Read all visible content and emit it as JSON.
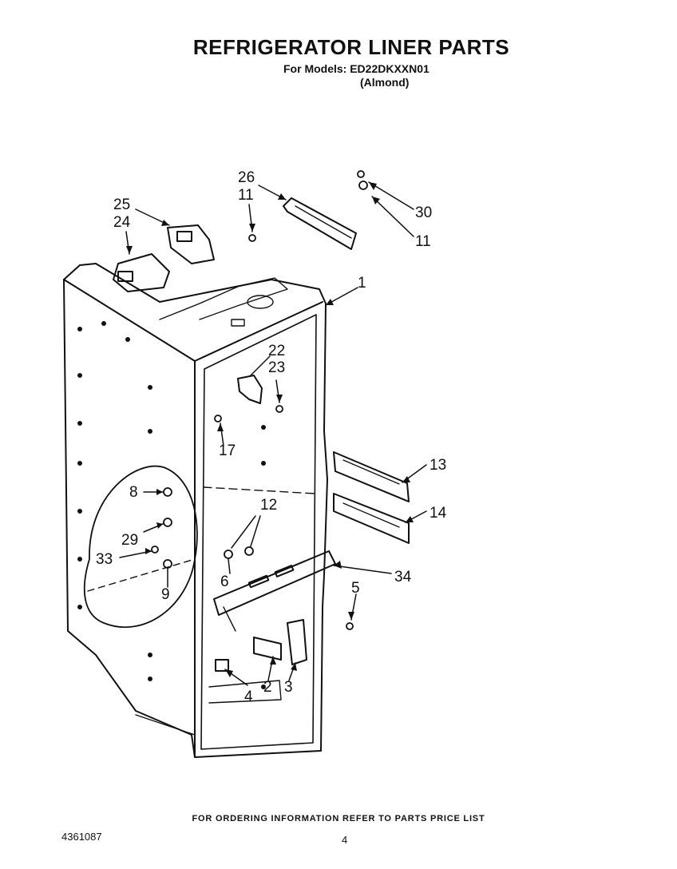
{
  "header": {
    "title": "REFRIGERATOR LINER PARTS",
    "models_line": "For Models: ED22DKXXN01",
    "variant": "(Almond)"
  },
  "callouts": {
    "c1": "1",
    "c2": "2",
    "c3": "3",
    "c4": "4",
    "c5": "5",
    "c6": "6",
    "c8": "8",
    "c9": "9",
    "c11a": "11",
    "c11b": "11",
    "c12": "12",
    "c13": "13",
    "c14": "14",
    "c17": "17",
    "c22": "22",
    "c23": "23",
    "c24": "24",
    "c25": "25",
    "c26": "26",
    "c29": "29",
    "c30": "30",
    "c33": "33",
    "c34": "34"
  },
  "footer": {
    "ordering_note": "FOR ORDERING INFORMATION REFER TO PARTS PRICE LIST",
    "doc_number": "4361087",
    "page_number": "4"
  }
}
